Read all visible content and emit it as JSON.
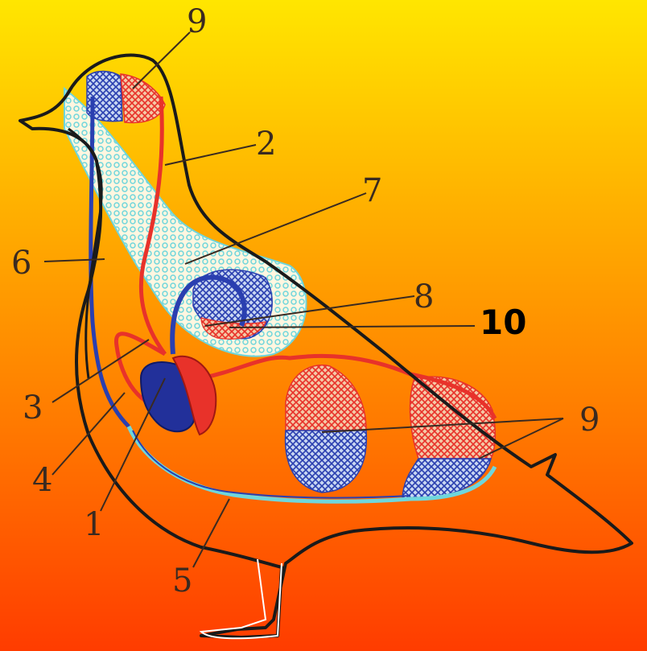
{
  "diagram": {
    "labels": {
      "l1": "1",
      "l2": "2",
      "l3": "3",
      "l4": "4",
      "l5": "5",
      "l6": "6",
      "l7": "7",
      "l8": "8",
      "l9_top": "9",
      "l9_right": "9",
      "l10": "10"
    }
  },
  "colors": {
    "background_top": "#ffe600",
    "background_bottom": "#ff3c00",
    "arterial_red": "#e8322a",
    "venous_blue": "#2a3fb0",
    "lung_cyan": "#8fe3e6",
    "outline": "#1a1a1a"
  }
}
